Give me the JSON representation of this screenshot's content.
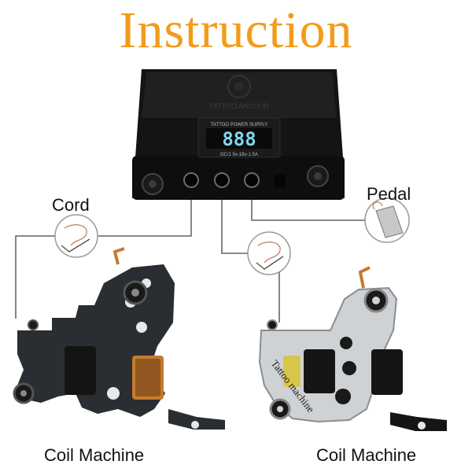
{
  "title": "Instruction",
  "colors": {
    "title": "#f29c1a",
    "device_body": "#141414",
    "display_digits": "#7fd6f2",
    "silver_frame": "#cfd2d4",
    "copper_coil": "#c67a2c",
    "connector_line": "#444444"
  },
  "power_supply": {
    "brand_text": "TATTOO ANCHOR",
    "panel_label": "TATTOO POWER SUPPLY",
    "display": "888",
    "spec_text": "DC/1 5v-18v-1.5A"
  },
  "labels": {
    "cord": "Cord",
    "pedal": "Pedal",
    "left_machine": "Coil Machine",
    "right_machine": "Coil Machine"
  },
  "right_machine_engraving": "Tattoo machine",
  "icons": {
    "cord_circle_1": "cord-icon",
    "cord_circle_2": "cord-icon",
    "pedal_circle": "pedal-icon",
    "power_supply": "power-supply-icon"
  }
}
